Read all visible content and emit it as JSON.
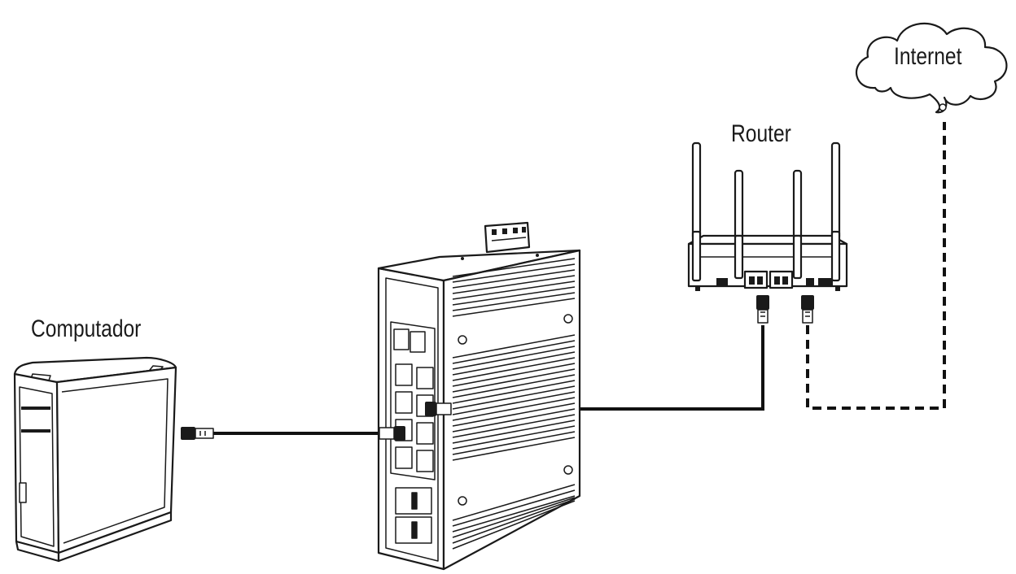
{
  "labels": {
    "internet": "Internet",
    "router": "Router",
    "computer": "Computador"
  },
  "colors": {
    "line": "#1a1a1a",
    "background": "#ffffff"
  }
}
